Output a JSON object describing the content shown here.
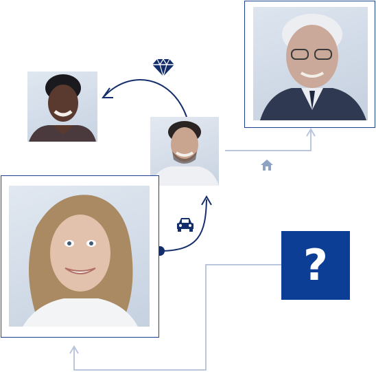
{
  "diagram": {
    "question_mark": "?",
    "people": [
      {
        "id": "young-woman",
        "label": ""
      },
      {
        "id": "young-man",
        "label": ""
      },
      {
        "id": "older-man",
        "label": ""
      },
      {
        "id": "blonde-woman",
        "label": ""
      }
    ],
    "icons": {
      "gift": "diamond-icon",
      "transport": "car-icon",
      "home": "house-icon"
    },
    "colors": {
      "navy": "#0c3e96",
      "dark_line": "#142d6b",
      "light_line": "#b9c6dd",
      "frame": "#1d3f8f"
    }
  }
}
